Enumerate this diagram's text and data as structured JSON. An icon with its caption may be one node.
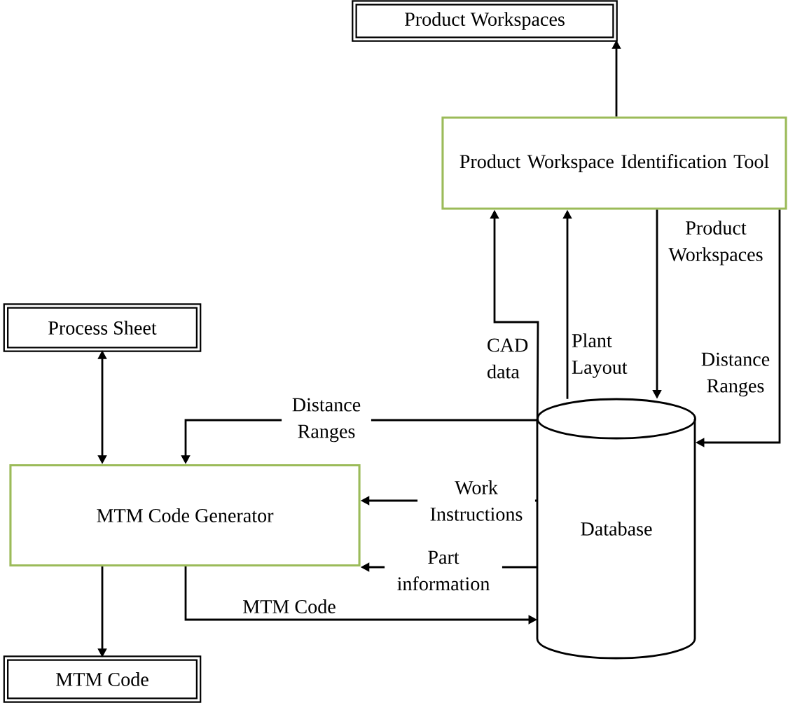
{
  "diagram": {
    "nodes": [
      {
        "text": [
          "Product Workspaces"
        ]
      },
      {
        "text": [
          "Product Workspace Identification Tool"
        ]
      },
      {
        "text": [
          "Process Sheet"
        ]
      },
      {
        "text": [
          "MTM Code Generator"
        ]
      },
      {
        "text": [
          "Database"
        ]
      },
      {
        "text": [
          "MTM Code"
        ]
      }
    ],
    "edges": [
      {
        "from": 1,
        "to": 0,
        "arrow": "to"
      },
      {
        "from": 4,
        "to": 1,
        "arrow": "to",
        "label": "CAD data"
      },
      {
        "from": 4,
        "to": 1,
        "arrow": "to",
        "label": "Plant Layout"
      },
      {
        "from": 1,
        "to": 4,
        "arrow": "to",
        "label": "Product Workspaces"
      },
      {
        "from": 1,
        "to": 4,
        "arrow": "to",
        "label": "Distance Ranges"
      },
      {
        "from": 4,
        "to": 3,
        "arrow": "to",
        "label": "Distance Ranges"
      },
      {
        "from": 2,
        "to": 3,
        "arrow": "both"
      },
      {
        "from": 4,
        "to": 3,
        "arrow": "to",
        "label": "Work Instructions"
      },
      {
        "from": 4,
        "to": 3,
        "arrow": "to",
        "label": "Part information"
      },
      {
        "from": 3,
        "to": 4,
        "arrow": "to",
        "label": "MTM Code"
      },
      {
        "from": 3,
        "to": 5,
        "arrow": "to"
      }
    ]
  }
}
